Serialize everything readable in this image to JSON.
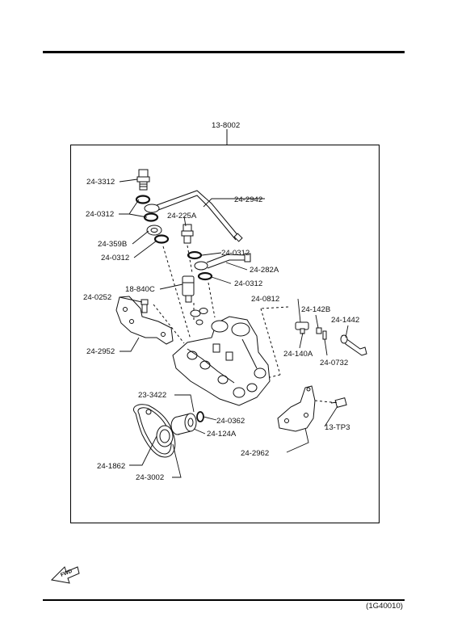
{
  "assembly_label": "13-8002",
  "labels": {
    "l_24_3312": "24-3312",
    "l_24_2942": "24-2942",
    "l_24_0312_a": "24-0312",
    "l_24_225A": "24-225A",
    "l_24_359B": "24-359B",
    "l_24_0312_b": "24-0312",
    "l_24_0312_c": "24-0312",
    "l_24_282A": "24-282A",
    "l_24_0312_d": "24-0312",
    "l_18_840C": "18-840C",
    "l_24_0252": "24-0252",
    "l_24_0812": "24-0812",
    "l_24_142B": "24-142B",
    "l_24_1442": "24-1442",
    "l_24_2952": "24-2952",
    "l_24_140A": "24-140A",
    "l_24_0732": "24-0732",
    "l_23_3422": "23-3422",
    "l_24_0362": "24-0362",
    "l_13_TP3": "13-TP3",
    "l_24_124A": "24-124A",
    "l_24_1862": "24-1862",
    "l_24_2962": "24-2962",
    "l_24_3002": "24-3002"
  },
  "fwd_label": "FWD",
  "figure_code": "(1G40010)"
}
